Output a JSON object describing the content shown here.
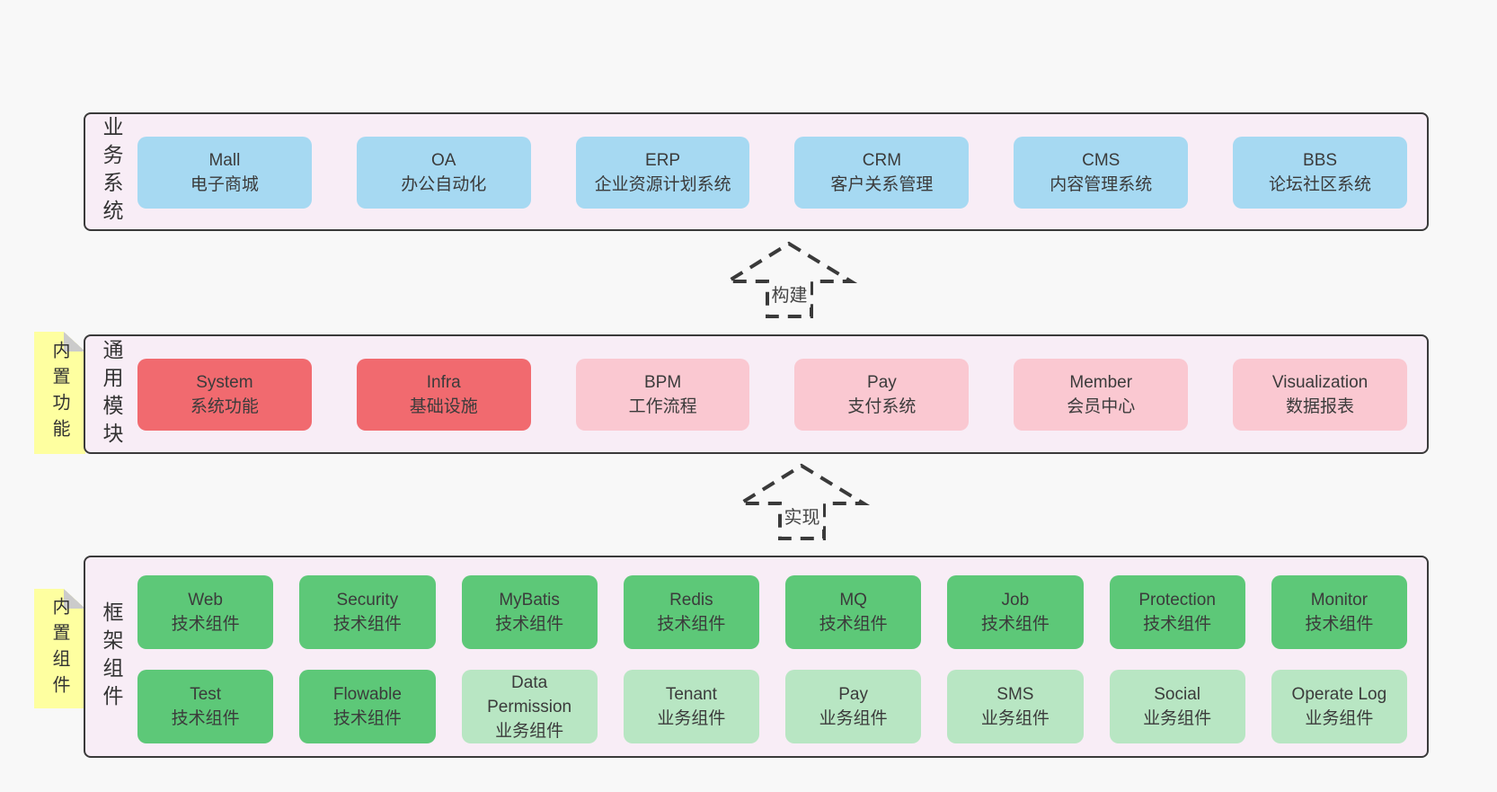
{
  "colors": {
    "page-bg": "#f8f8f8",
    "panel-bg": "#f8edf6",
    "line": "#3a3a3a",
    "text": "#3b3b3b",
    "blue": "#a6d9f2",
    "red": "#f16a6f",
    "pink": "#fac8d1",
    "green": "#5dc878",
    "green-light": "#b8e6c3",
    "sticky": "#feffa0",
    "fold": "#cbcbcb"
  },
  "business": {
    "label": "业务系统",
    "items": [
      {
        "name": "Mall",
        "desc": "电子商城",
        "variant": "blue"
      },
      {
        "name": "OA",
        "desc": "办公自动化",
        "variant": "blue"
      },
      {
        "name": "ERP",
        "desc": "企业资源计划系统",
        "variant": "blue"
      },
      {
        "name": "CRM",
        "desc": "客户关系管理",
        "variant": "blue"
      },
      {
        "name": "CMS",
        "desc": "内容管理系统",
        "variant": "blue"
      },
      {
        "name": "BBS",
        "desc": "论坛社区系统",
        "variant": "blue"
      }
    ]
  },
  "arrow1": {
    "label": "构建"
  },
  "modules": {
    "label": "通用模块",
    "sticky": "内置功能",
    "items": [
      {
        "name": "System",
        "desc": "系统功能",
        "variant": "red"
      },
      {
        "name": "Infra",
        "desc": "基础设施",
        "variant": "red"
      },
      {
        "name": "BPM",
        "desc": "工作流程",
        "variant": "pink"
      },
      {
        "name": "Pay",
        "desc": "支付系统",
        "variant": "pink"
      },
      {
        "name": "Member",
        "desc": "会员中心",
        "variant": "pink"
      },
      {
        "name": "Visualization",
        "desc": "数据报表",
        "variant": "pink"
      }
    ]
  },
  "arrow2": {
    "label": "实现"
  },
  "components": {
    "label": "框架组件",
    "sticky": "内置组件",
    "row1": [
      {
        "name": "Web",
        "desc": "技术组件",
        "variant": "green"
      },
      {
        "name": "Security",
        "desc": "技术组件",
        "variant": "green"
      },
      {
        "name": "MyBatis",
        "desc": "技术组件",
        "variant": "green"
      },
      {
        "name": "Redis",
        "desc": "技术组件",
        "variant": "green"
      },
      {
        "name": "MQ",
        "desc": "技术组件",
        "variant": "green"
      },
      {
        "name": "Job",
        "desc": "技术组件",
        "variant": "green"
      },
      {
        "name": "Protection",
        "desc": "技术组件",
        "variant": "green"
      },
      {
        "name": "Monitor",
        "desc": "技术组件",
        "variant": "green"
      }
    ],
    "row2": [
      {
        "name": "Test",
        "desc": "技术组件",
        "variant": "green"
      },
      {
        "name": "Flowable",
        "desc": "技术组件",
        "variant": "green"
      },
      {
        "name": "Data Permission",
        "desc": "业务组件",
        "variant": "green-light"
      },
      {
        "name": "Tenant",
        "desc": "业务组件",
        "variant": "green-light"
      },
      {
        "name": "Pay",
        "desc": "业务组件",
        "variant": "green-light"
      },
      {
        "name": "SMS",
        "desc": "业务组件",
        "variant": "green-light"
      },
      {
        "name": "Social",
        "desc": "业务组件",
        "variant": "green-light"
      },
      {
        "name": "Operate Log",
        "desc": "业务组件",
        "variant": "green-light"
      }
    ]
  }
}
